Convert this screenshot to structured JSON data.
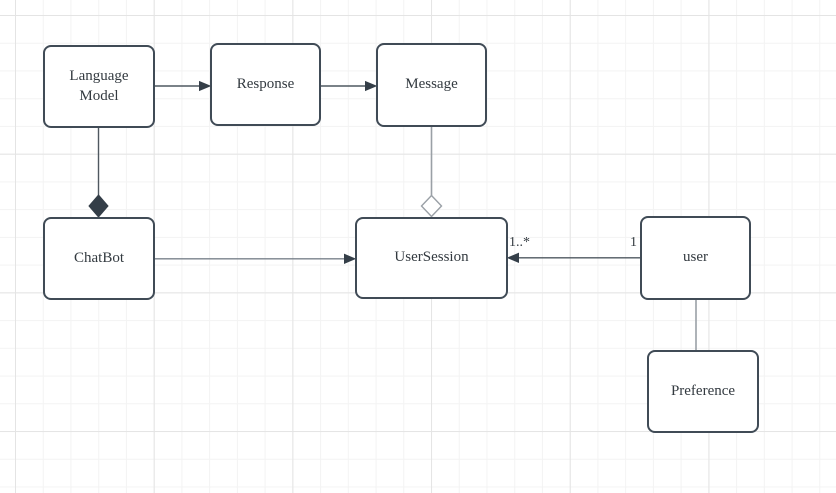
{
  "nodes": [
    {
      "id": "language-model",
      "label": "Language Model"
    },
    {
      "id": "response",
      "label": "Response"
    },
    {
      "id": "message",
      "label": "Message"
    },
    {
      "id": "chatbot",
      "label": "ChatBot"
    },
    {
      "id": "user-session",
      "label": "UserSession"
    },
    {
      "id": "user",
      "label": "user"
    },
    {
      "id": "preference",
      "label": "Preference"
    }
  ],
  "edges": [
    {
      "id": "language-model-to-response",
      "type": "directed-association",
      "from": "language-model",
      "to": "response"
    },
    {
      "id": "response-to-message",
      "type": "directed-association",
      "from": "response",
      "to": "message"
    },
    {
      "id": "chatbot-composes-language-model",
      "type": "composition",
      "from": "language-model",
      "to": "chatbot"
    },
    {
      "id": "usersession-aggregates-message",
      "type": "aggregation",
      "from": "message",
      "to": "user-session"
    },
    {
      "id": "chatbot-to-usersession",
      "type": "directed-association",
      "from": "chatbot",
      "to": "user-session"
    },
    {
      "id": "user-to-usersession",
      "type": "directed-association",
      "from": "user",
      "to": "user-session",
      "target_multiplicity": "1..*",
      "source_multiplicity": "1"
    },
    {
      "id": "user-to-preference",
      "type": "association",
      "from": "user",
      "to": "preference"
    }
  ],
  "colors": {
    "canvas_bg": "#ffffff",
    "grid_minor": "#f3f3f3",
    "grid_major": "#e4e4e4",
    "node_fill": "#ffffff",
    "node_border": "#404b56",
    "node_text": "#333a40",
    "edge_dark": "#4f5860",
    "edge_mid": "#79828b",
    "edge_gray": "#9aa0a6",
    "marker_fill": "#343e48"
  }
}
